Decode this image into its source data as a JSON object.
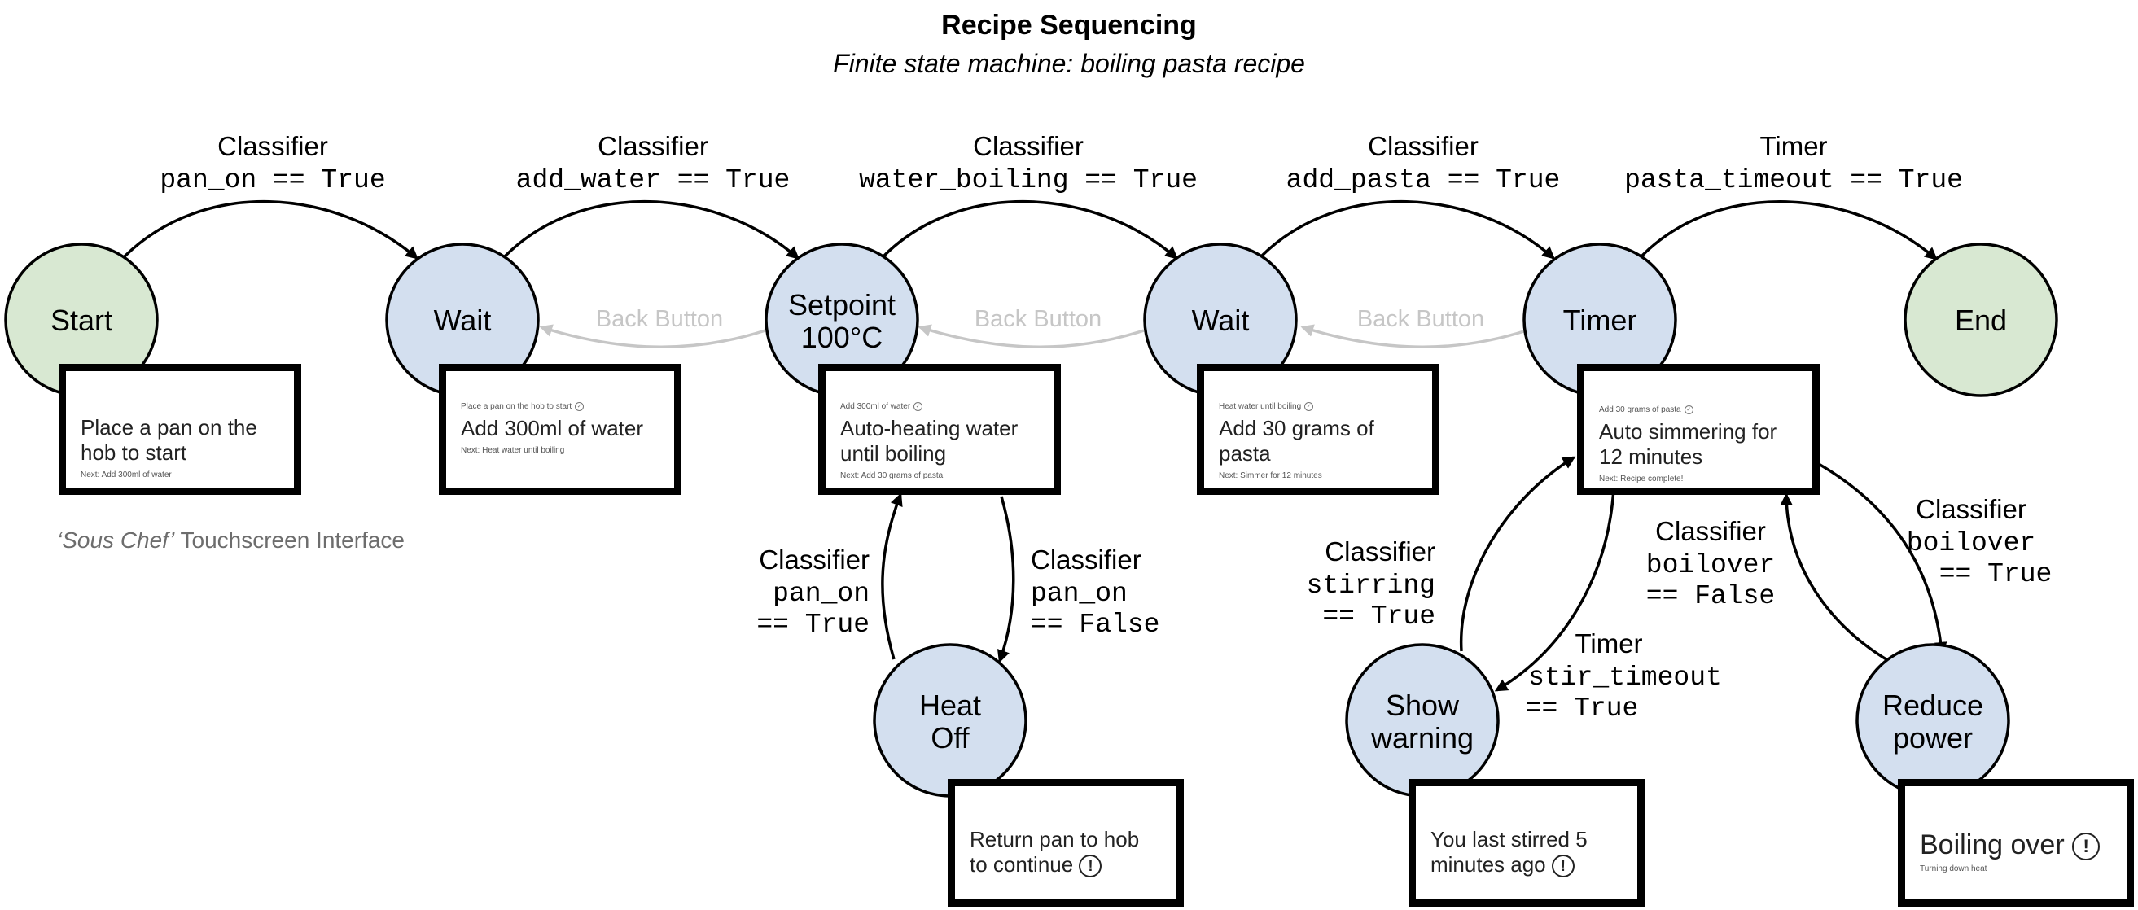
{
  "title": "Recipe Sequencing",
  "subtitle": "Finite state machine: boiling pasta recipe",
  "caption": {
    "italic": "‘Sous Chef’",
    "rest": " Touchscreen Interface"
  },
  "colors": {
    "state_fill": "#d3dfef",
    "terminal_fill": "#d8e8d2",
    "back_edge": "#c6c6c6"
  },
  "states": {
    "start": [
      "Start"
    ],
    "wait1": [
      "Wait"
    ],
    "setpoint": [
      "Setpoint",
      "100°C"
    ],
    "wait2": [
      "Wait"
    ],
    "timer": [
      "Timer"
    ],
    "end": [
      "End"
    ],
    "heat_off": [
      "Heat",
      "Off"
    ],
    "show_warning": [
      "Show",
      "warning"
    ],
    "reduce_power": [
      "Reduce",
      "power"
    ]
  },
  "transitions": {
    "start_wait": [
      "Classifier",
      "pan_on == True"
    ],
    "wait_setpoint": [
      "Classifier",
      "add_water == True"
    ],
    "setpoint_wait": [
      "Classifier",
      "water_boiling == True"
    ],
    "wait_timer": [
      "Classifier",
      "add_pasta == True"
    ],
    "timer_end": [
      "Timer",
      "pasta_timeout == True"
    ],
    "setpoint_heatoff": [
      "Classifier",
      "pan_on",
      "== False"
    ],
    "heatoff_setpoint": [
      "Classifier",
      "pan_on",
      "== True"
    ],
    "timer_warning": [
      "Timer",
      "stir_timeout",
      "== True"
    ],
    "warning_timer": [
      "Classifier",
      "stirring",
      "== True"
    ],
    "timer_reduce": [
      "Classifier",
      "boilover",
      "== True"
    ],
    "reduce_timer": [
      "Classifier",
      "boilover",
      "== False"
    ],
    "back_label": "Back Button"
  },
  "cards": {
    "start": {
      "main": "Place a pan on the hob to start",
      "next": "Next: Add 300ml of water"
    },
    "wait1": {
      "prev": "Place a pan on the hob to start",
      "main": "Add 300ml of water",
      "next": "Next: Heat water until boiling"
    },
    "setpoint": {
      "prev": "Add 300ml of water",
      "main": "Auto-heating water until boiling",
      "next": "Next: Add 30 grams of pasta"
    },
    "wait2": {
      "prev": "Heat water until boiling",
      "main": "Add 30 grams of pasta",
      "next": "Next: Simmer for 12 minutes"
    },
    "timer": {
      "prev": "Add 30 grams of pasta",
      "main": "Auto simmering for 12 minutes",
      "next": "Next: Recipe complete!"
    },
    "heat_off": {
      "main": "Return pan to hob to continue"
    },
    "warning": {
      "main": "You last stirred 5 minutes ago"
    },
    "reduce": {
      "main": "Boiling over",
      "sub": "Turning down heat"
    }
  },
  "icons": {
    "check": "check-circle-icon",
    "alert": "alert-circle-icon"
  }
}
